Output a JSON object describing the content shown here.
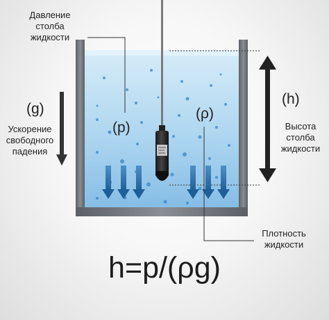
{
  "labels": {
    "pressure_symbol_left": "(p)",
    "density_symbol": "(ρ)",
    "gravity_symbol": "(g)",
    "height_symbol": "(h)",
    "pressure_caption": [
      "Давление",
      "столба",
      "жидкости"
    ],
    "gravity_caption": [
      "Ускорение",
      "свободного",
      "падения"
    ],
    "height_caption": [
      "Высота",
      "столба",
      "жидкости"
    ],
    "density_caption": [
      "Плотность",
      "жидкости"
    ]
  },
  "formula": "h=p/(ρg)",
  "colors": {
    "liquid_top": "#cde6f5",
    "liquid_bottom": "#8ec3e8",
    "arrow": "#2a6da6",
    "bubble": "#3a86c4",
    "vessel": "#6e7278"
  },
  "icons": [
    "pressure-sensor-icon",
    "down-arrow-icon",
    "double-arrow-icon"
  ]
}
